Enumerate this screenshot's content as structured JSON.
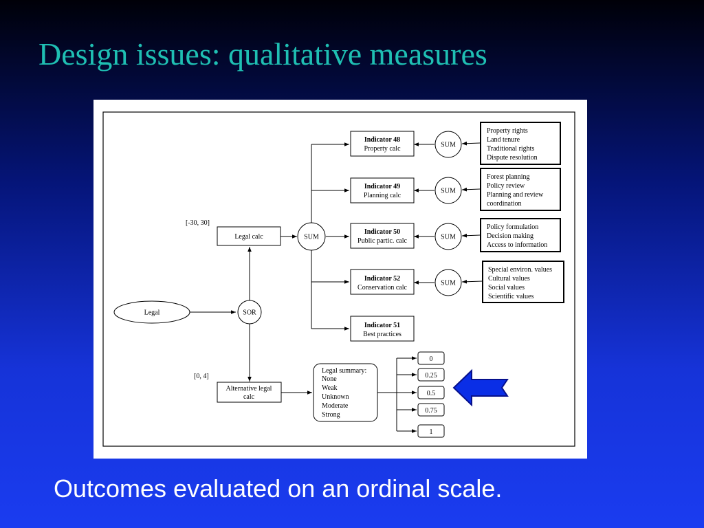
{
  "slide": {
    "title": "Design issues: qualitative measures",
    "caption": "Outcomes evaluated on an ordinal scale."
  },
  "diagram": {
    "legal_input": "Legal",
    "sor_node": "SOR",
    "legal_calc": "Legal calc",
    "legal_calc_range": "[-30, 30]",
    "sum_main": "SUM",
    "alt_legal_calc": [
      "Alternative legal",
      "calc"
    ],
    "alt_range": "[0, 4]",
    "indicators": [
      {
        "title": "Indicator 48",
        "subtitle": "Property calc",
        "sum": "SUM",
        "items": [
          "Property rights",
          "Land tenure",
          "Traditional rights",
          "Dispute resolution"
        ]
      },
      {
        "title": "Indicator 49",
        "subtitle": "Planning calc",
        "sum": "SUM",
        "items": [
          "Forest planning",
          "Policy review",
          "Planning and review",
          "coordination"
        ]
      },
      {
        "title": "Indicator 50",
        "subtitle": "Public partic. calc",
        "sum": "SUM",
        "items": [
          "Policy formulation",
          "Decision making",
          "Access to information"
        ]
      },
      {
        "title": "Indicator 52",
        "subtitle": "Conservation calc",
        "sum": "SUM",
        "items": [
          "Special environ. values",
          "Cultural values",
          "Social values",
          "Scientific values"
        ]
      },
      {
        "title": "Indicator 51",
        "subtitle": "Best practices"
      }
    ],
    "legal_summary": {
      "title": "Legal summary:",
      "levels": [
        "None",
        "Weak",
        "Unknown",
        "Moderate",
        "Strong"
      ]
    },
    "scale_values": [
      "0",
      "0.25",
      "0.5",
      "0.75",
      "1"
    ],
    "pointer_color": "#0a2ee6"
  }
}
